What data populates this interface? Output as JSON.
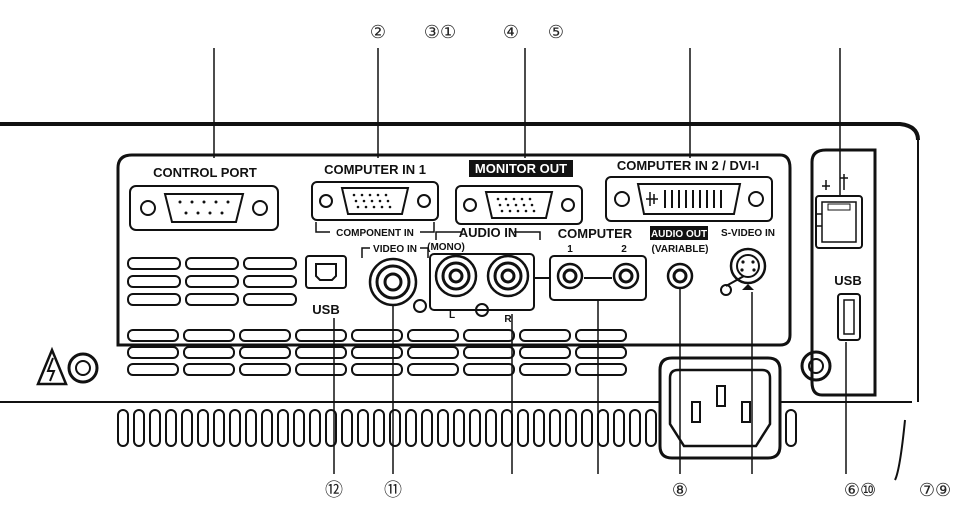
{
  "callouts": {
    "c2": "②",
    "c3c1": "③①",
    "c4": "④",
    "c5": "⑤",
    "c12": "⑫",
    "c11": "⑪",
    "c8": "⑧",
    "c6c10": "⑥⑩",
    "c7c9": "⑦⑨"
  },
  "panel_labels": {
    "control_port": "CONTROL PORT",
    "computer_in_1": "COMPUTER IN 1",
    "monitor_out": "MONITOR OUT",
    "computer_in_2": "COMPUTER IN 2 / DVI-I",
    "component_in": "COMPONENT IN",
    "video_in": "VIDEO IN",
    "audio_in": "AUDIO IN",
    "mono": "(MONO)",
    "computer": "COMPUTER",
    "computer_1": "1",
    "computer_2": "2",
    "audio_out": "AUDIO OUT",
    "variable": "(VARIABLE)",
    "s_video_in": "S-VIDEO IN",
    "usb_left": "USB",
    "usb_right": "USB",
    "audio_l": "L",
    "audio_r": "R"
  }
}
